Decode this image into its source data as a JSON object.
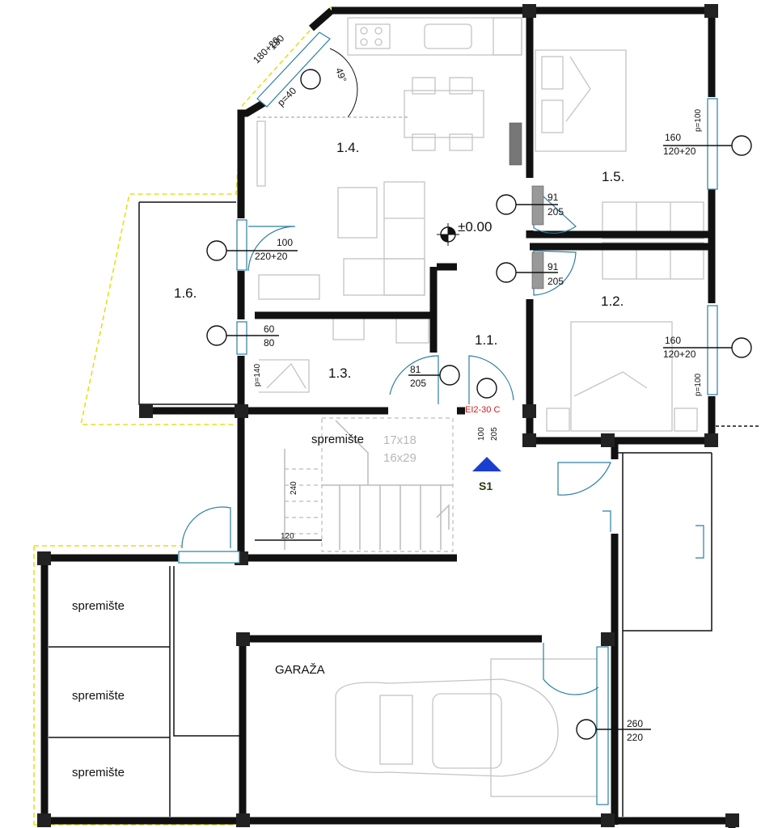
{
  "rooms": {
    "r_1_1": "1.1.",
    "r_1_2": "1.2.",
    "r_1_3": "1.3.",
    "r_1_4": "1.4.",
    "r_1_5": "1.5.",
    "r_1_6": "1.6."
  },
  "level_mark": "±0.00",
  "annotations": {
    "win_1_4_a": "180",
    "win_1_4_b": "180+20",
    "win_1_4_p": "p=40",
    "angle": "49°",
    "win_1_6_a": "100",
    "win_1_6_b": "220+20",
    "win_1_3_a": "60",
    "win_1_3_b": "80",
    "win_1_3_p": "p=140",
    "door_a_w": "91",
    "door_a_h": "205",
    "door_b_w": "91",
    "door_b_h": "205",
    "door_c_w": "81",
    "door_c_h": "205",
    "win_1_5_a": "160",
    "win_1_5_b": "120+20",
    "win_1_5_p": "p=100",
    "win_1_2_a": "160",
    "win_1_2_b": "120+20",
    "win_1_2_p": "p=100",
    "fire_door": "EI2-30 C",
    "entry_w": "100",
    "entry_h": "205",
    "section": "S1",
    "stair_1": "17x18",
    "stair_2": "16x29",
    "stair_len": "240",
    "stair_w": "120",
    "garage_door_w": "260",
    "garage_door_h": "220"
  },
  "lower_floor": {
    "storage_top": "spremište",
    "storage_1": "spremište",
    "storage_2": "spremište",
    "storage_3": "spremište",
    "garage": "GARAŽA"
  },
  "colors": {
    "wall": "#111111",
    "boundary_dashed": "#e6df18",
    "door_window": "#2a7fa0",
    "fire_rating": "#d01818",
    "section_marker": "#1a3fcf",
    "furniture": "#c4c4c4"
  }
}
